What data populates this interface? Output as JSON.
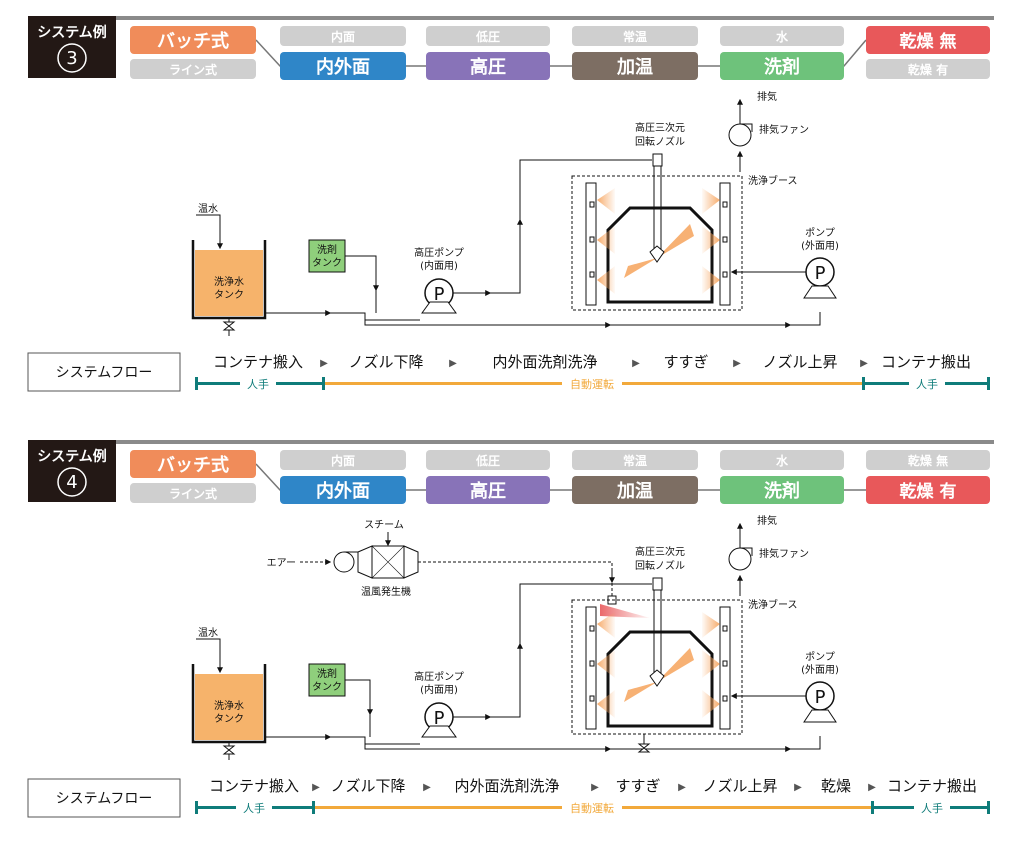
{
  "system3": {
    "tag": "システム例",
    "number": "③",
    "options": {
      "batch": "バッチ式",
      "line": "ライン式",
      "inner": "内面",
      "inner_outer": "内外面",
      "low_pressure": "低圧",
      "high_pressure": "高圧",
      "room_temp": "常温",
      "heating": "加温",
      "water": "水",
      "detergent": "洗剤",
      "dry_none": "乾燥 無",
      "dry_yes": "乾燥 有"
    },
    "labels": {
      "exhaust": "排気",
      "exhaust_fan": "排気ファン",
      "nozzle_line1": "高圧三次元",
      "nozzle_line2": "回転ノズル",
      "booth": "洗浄ブース",
      "warm_water": "温水",
      "tank_line1": "洗浄水",
      "tank_line2": "タンク",
      "det_tank_line1": "洗剤",
      "det_tank_line2": "タンク",
      "hp_pump_line1": "高圧ポンプ",
      "hp_pump_line2": "(内面用)",
      "pump_line1": "ポンプ",
      "pump_line2": "(外面用)",
      "pump_symbol": "P"
    },
    "flow": {
      "label": "システムフロー",
      "steps": [
        "コンテナ搬入",
        "ノズル下降",
        "内外面洗剤洗浄",
        "すすぎ",
        "ノズル上昇",
        "コンテナ搬出"
      ],
      "arrow": "▶",
      "manual": "人手",
      "auto": "自動運転"
    }
  },
  "system4": {
    "tag": "システム例",
    "number": "④",
    "options": {
      "batch": "バッチ式",
      "line": "ライン式",
      "inner": "内面",
      "inner_outer": "内外面",
      "low_pressure": "低圧",
      "high_pressure": "高圧",
      "room_temp": "常温",
      "heating": "加温",
      "water": "水",
      "detergent": "洗剤",
      "dry_none": "乾燥 無",
      "dry_yes": "乾燥 有"
    },
    "labels": {
      "exhaust": "排気",
      "exhaust_fan": "排気ファン",
      "nozzle_line1": "高圧三次元",
      "nozzle_line2": "回転ノズル",
      "booth": "洗浄ブース",
      "warm_water": "温水",
      "tank_line1": "洗浄水",
      "tank_line2": "タンク",
      "det_tank_line1": "洗剤",
      "det_tank_line2": "タンク",
      "hp_pump_line1": "高圧ポンプ",
      "hp_pump_line2": "(内面用)",
      "pump_line1": "ポンプ",
      "pump_line2": "(外面用)",
      "pump_symbol": "P",
      "steam": "スチーム",
      "air": "エアー",
      "heater": "温風発生機"
    },
    "flow": {
      "label": "システムフロー",
      "steps": [
        "コンテナ搬入",
        "ノズル下降",
        "内外面洗剤洗浄",
        "すすぎ",
        "ノズル上昇",
        "乾燥",
        "コンテナ搬出"
      ],
      "arrow": "▶",
      "manual": "人手",
      "auto": "自動運転"
    }
  },
  "colors": {
    "batch": "#f08c5a",
    "inner_outer": "#2f86c8",
    "high_pressure": "#8873b8",
    "heating": "#7d6e63",
    "detergent": "#6ec27b",
    "dry": "#e8585a",
    "inactive": "#cfcfcf",
    "tank_fill": "#f6b36b",
    "det_tank": "#8fcf7c",
    "manual": "#0f7c7a",
    "auto": "#f2a93b"
  }
}
